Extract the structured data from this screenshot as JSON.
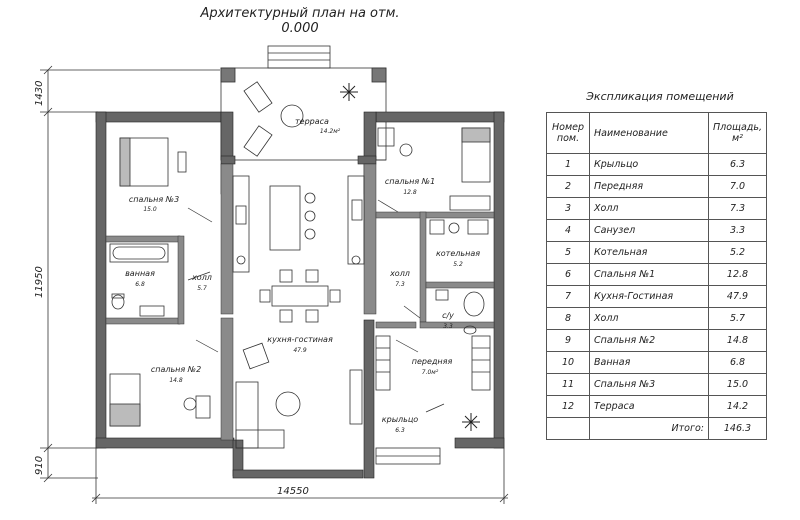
{
  "plan_title": "Архитектурный план на отм. 0.000",
  "dimensions": {
    "total_width": "14550",
    "total_height": "11950",
    "terrace_depth": "1430",
    "porch_depth": "910"
  },
  "rooms": [
    {
      "key": "terrace",
      "name": "терраса",
      "area": "14.2м²"
    },
    {
      "key": "bed3",
      "name": "спальня №3",
      "area": "15.0"
    },
    {
      "key": "bath",
      "name": "ванная",
      "area": "6.8"
    },
    {
      "key": "hall_left",
      "name": "холл",
      "area": "5.7"
    },
    {
      "key": "bed1",
      "name": "спальня №1",
      "area": "12.8"
    },
    {
      "key": "hall_right",
      "name": "холл",
      "area": "7.3"
    },
    {
      "key": "boiler",
      "name": "котельная",
      "area": "5.2"
    },
    {
      "key": "wc",
      "name": "с/у",
      "area": "3.3"
    },
    {
      "key": "kitchen",
      "name": "кухня-гостиная",
      "area": "47.9"
    },
    {
      "key": "bed2",
      "name": "спальня №2",
      "area": "14.8"
    },
    {
      "key": "entry",
      "name": "передняя",
      "area": "7.0м²"
    },
    {
      "key": "porch",
      "name": "крыльцо",
      "area": "6.3"
    }
  ],
  "explication": {
    "title": "Экспликация помещений",
    "headers": [
      "Номер пом.",
      "Наименование",
      "Площадь, м²"
    ],
    "rows": [
      {
        "num": "1",
        "name": "Крыльцо",
        "area": "6.3"
      },
      {
        "num": "2",
        "name": "Передняя",
        "area": "7.0"
      },
      {
        "num": "3",
        "name": "Холл",
        "area": "7.3"
      },
      {
        "num": "4",
        "name": "Санузел",
        "area": "3.3"
      },
      {
        "num": "5",
        "name": "Котельная",
        "area": "5.2"
      },
      {
        "num": "6",
        "name": "Спальня №1",
        "area": "12.8"
      },
      {
        "num": "7",
        "name": "Кухня-Гостиная",
        "area": "47.9"
      },
      {
        "num": "8",
        "name": "Холл",
        "area": "5.7"
      },
      {
        "num": "9",
        "name": "Спальня №2",
        "area": "14.8"
      },
      {
        "num": "10",
        "name": "Ванная",
        "area": "6.8"
      },
      {
        "num": "11",
        "name": "Спальня №3",
        "area": "15.0"
      },
      {
        "num": "12",
        "name": "Терраса",
        "area": "14.2"
      }
    ],
    "total_label": "Итого:",
    "total_area": "146.3"
  },
  "colors": {
    "wall": "#666666",
    "wall_inner": "#8a8a8a",
    "line": "#222222",
    "furniture": "#444444"
  }
}
